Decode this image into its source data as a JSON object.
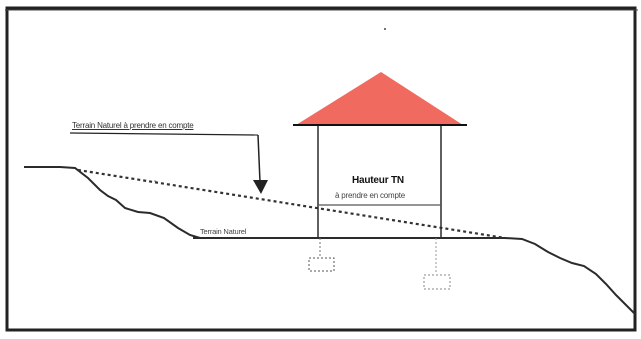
{
  "labels": {
    "terrain_naturel_a_prendre": "Terrain Naturel à prendre en compte",
    "hauteur_tn": "Hauteur TN",
    "a_prendre_en_compte": "à prendre en compte",
    "terrain_naturel": "Terrain Naturel"
  },
  "colors": {
    "roof": "#f06a5f",
    "line": "#2b2b2b",
    "dotted_line": "#333333",
    "footing": "#777777",
    "background": "#ffffff"
  }
}
